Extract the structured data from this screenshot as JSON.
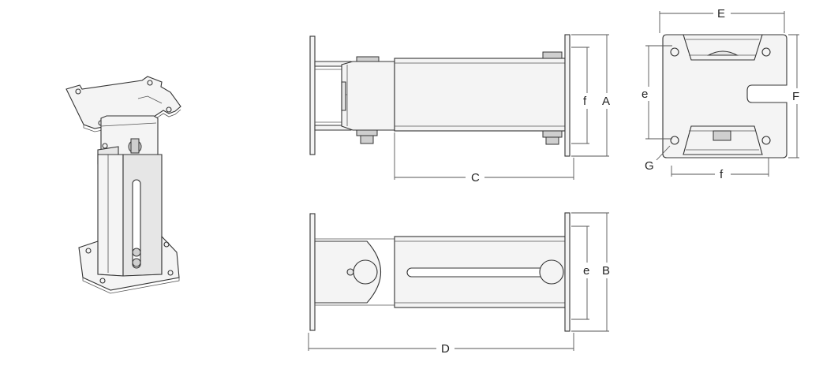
{
  "dimension_labels": {
    "A": "A",
    "B": "B",
    "C": "C",
    "D": "D",
    "E": "E",
    "F": "F",
    "G": "G",
    "e_side": "e",
    "e_top": "e",
    "f_side": "f",
    "f_top": "f"
  }
}
